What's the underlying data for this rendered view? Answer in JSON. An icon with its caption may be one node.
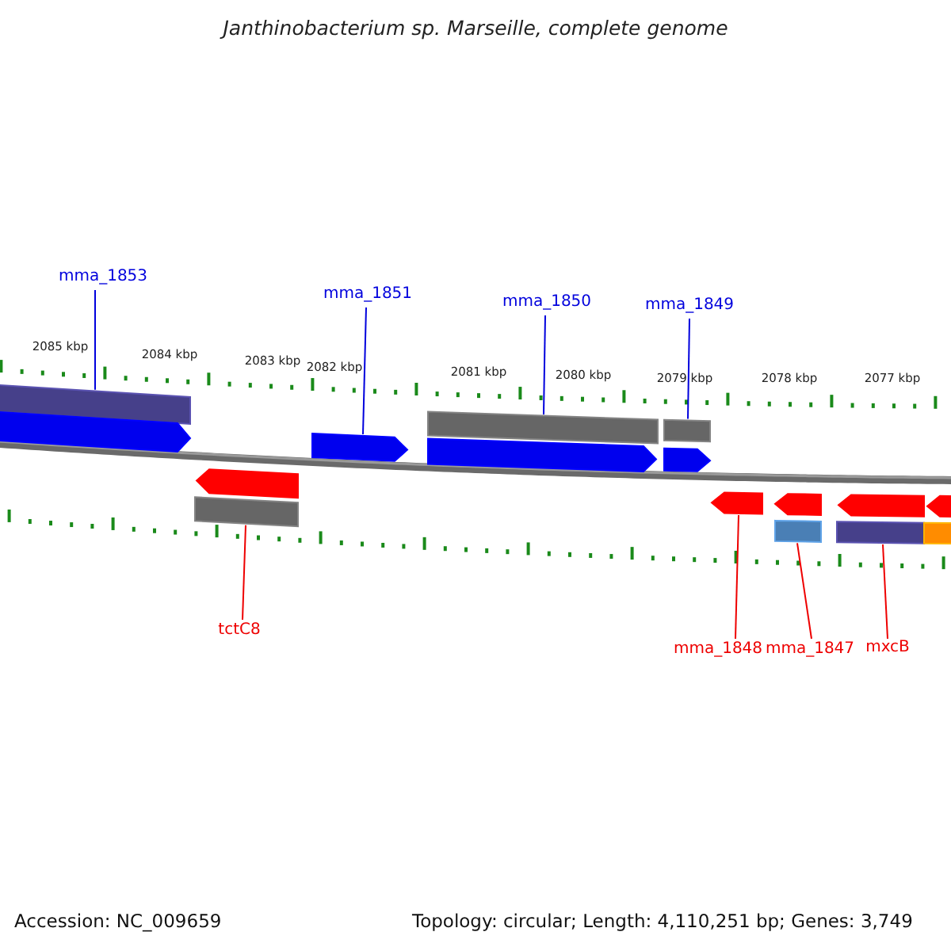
{
  "diagram": {
    "title": "Janthinobacterium sp. Marseille, complete genome",
    "nodes": [
      {
        "text": [
          "mma_1853"
        ]
      },
      {
        "text": [
          "mma_1851"
        ]
      },
      {
        "text": [
          "mma_1850"
        ]
      },
      {
        "text": [
          "mma_1849"
        ]
      },
      {
        "text": [
          "tctC8"
        ]
      },
      {
        "text": [
          "mma_1848"
        ]
      },
      {
        "text": [
          "mma_1847"
        ]
      },
      {
        "text": [
          "mxcB"
        ]
      },
      {
        "text": [],
        "shape": "bar"
      },
      {
        "text": [],
        "shape": "arrow"
      },
      {
        "text": [],
        "shape": "arrow"
      },
      {
        "text": [],
        "shape": "bar"
      },
      {
        "text": [],
        "shape": "arrow"
      },
      {
        "text": [],
        "shape": "bar"
      },
      {
        "text": [],
        "shape": "arrow"
      },
      {
        "text": [],
        "shape": "arrow"
      },
      {
        "text": [],
        "shape": "bar"
      },
      {
        "text": [],
        "shape": "arrow"
      },
      {
        "text": [],
        "shape": "arrow"
      },
      {
        "text": [],
        "shape": "arrow"
      },
      {
        "text": [],
        "shape": "arrow"
      },
      {
        "text": [],
        "shape": "bar"
      },
      {
        "text": [],
        "shape": "bar"
      },
      {
        "text": [],
        "shape": "bar"
      }
    ],
    "edges": [
      {
        "from": 0,
        "to": 8,
        "arrow": "none"
      },
      {
        "from": 1,
        "to": 10,
        "arrow": "none"
      },
      {
        "from": 2,
        "to": 11,
        "arrow": "none"
      },
      {
        "from": 3,
        "to": 13,
        "arrow": "none"
      },
      {
        "from": 4,
        "to": 16,
        "arrow": "none",
        "color": "#ee0000"
      },
      {
        "from": 5,
        "to": 17,
        "arrow": "none",
        "color": "#ee0000"
      },
      {
        "from": 6,
        "to": 21,
        "arrow": "none",
        "color": "#ee0000"
      },
      {
        "from": 7,
        "to": 22,
        "arrow": "none",
        "color": "#ee0000"
      }
    ],
    "labels": [
      "2085 kbp",
      "2084 kbp",
      "2083 kbp",
      "2082 kbp",
      "2081 kbp",
      "2080 kbp",
      "2079 kbp",
      "2078 kbp",
      "2077 kbp",
      "Accession: NC_009659",
      "Topology: circular; Length: 4,110,251 bp; Genes: 3,749"
    ]
  }
}
